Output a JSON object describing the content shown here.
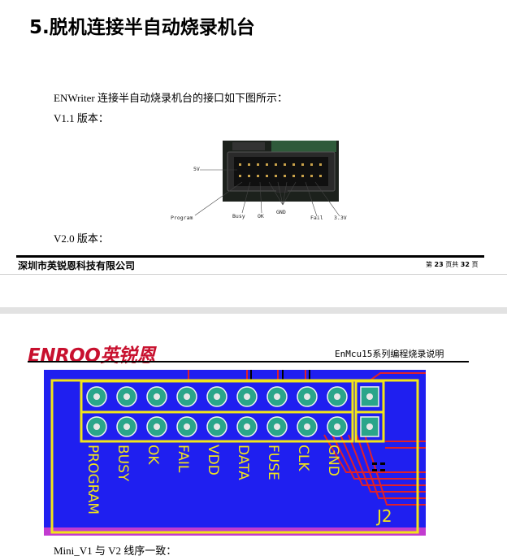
{
  "page1": {
    "heading": "5.脱机连接半自动烧录机台",
    "intro": "ENWriter 连接半自动烧录机台的接口如下图所示：",
    "v11_label": "V1.1 版本：",
    "v20_label": "V2.0 版本：",
    "v11_diagram": {
      "callouts": [
        "5V",
        "Program",
        "Busy",
        "OK",
        "GND",
        "Fail",
        "3.3V"
      ]
    },
    "footer": {
      "company": "深圳市英锐恩科技有限公司",
      "page_prefix": "第",
      "page_current": "23",
      "page_mid": "页共",
      "page_total": "32",
      "page_suffix": "页"
    }
  },
  "page2": {
    "header": {
      "logo_text": "ENROO英锐恩",
      "doc_title": "EnMcu15系列编程烧录说明"
    },
    "pcb": {
      "ref": "J2",
      "pin_labels": [
        "PROGRAM",
        "BUSY",
        "OK",
        "FAIL",
        "VDD",
        "DATA",
        "FUSE",
        "CLK",
        "GND"
      ],
      "colors": {
        "board": "#1f1ff0",
        "outline": "#f2e51a",
        "pad": "#2aa58a",
        "trace": "#e0202a"
      }
    },
    "note": "Mini_V1 与 V2 线序一致："
  }
}
